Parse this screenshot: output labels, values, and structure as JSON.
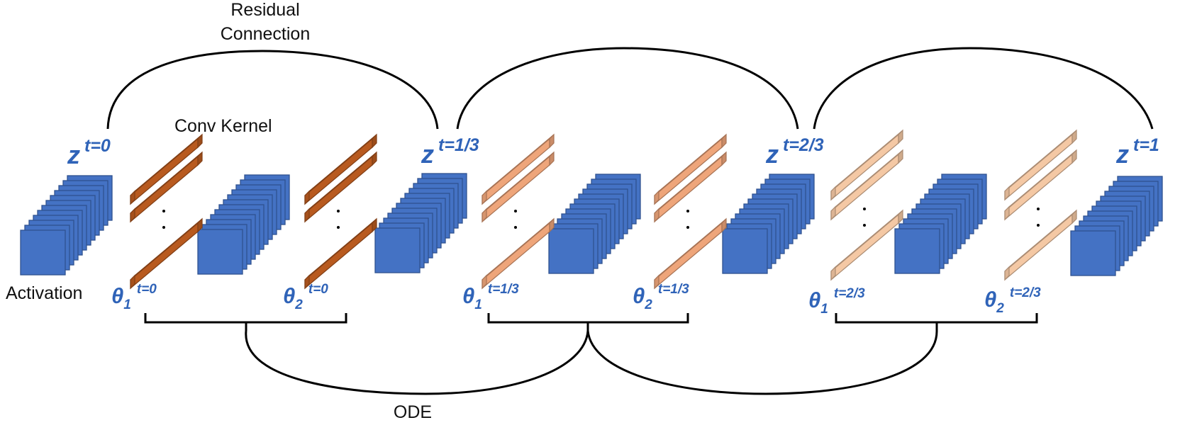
{
  "labels": {
    "residual_line1": "Residual",
    "residual_line2": "Connection",
    "conv_kernel": "Conv Kernel",
    "activation": "Activation",
    "ode": "ODE"
  },
  "activations": [
    {
      "symbol": "z",
      "time": "t=0"
    },
    {
      "symbol": "z",
      "time": "t=1/3"
    },
    {
      "symbol": "z",
      "time": "t=2/3"
    },
    {
      "symbol": "z",
      "time": "t=1"
    }
  ],
  "kernels": [
    {
      "theta": "θ",
      "sub": "1",
      "time": "t=0",
      "shade": "dark"
    },
    {
      "theta": "θ",
      "sub": "2",
      "time": "t=0",
      "shade": "dark"
    },
    {
      "theta": "θ",
      "sub": "1",
      "time": "t=1/3",
      "shade": "medium"
    },
    {
      "theta": "θ",
      "sub": "2",
      "time": "t=1/3",
      "shade": "medium"
    },
    {
      "theta": "θ",
      "sub": "1",
      "time": "t=2/3",
      "shade": "light"
    },
    {
      "theta": "θ",
      "sub": "2",
      "time": "t=2/3",
      "shade": "light"
    }
  ],
  "colors": {
    "activation_blue": "#4472c4",
    "activation_edge": "#2f528f",
    "label_blue": "#2f63b8",
    "kernel_dark": "#b85a1f",
    "kernel_medium": "#eea57a",
    "kernel_light": "#f4c8a4",
    "line": "#000000"
  }
}
